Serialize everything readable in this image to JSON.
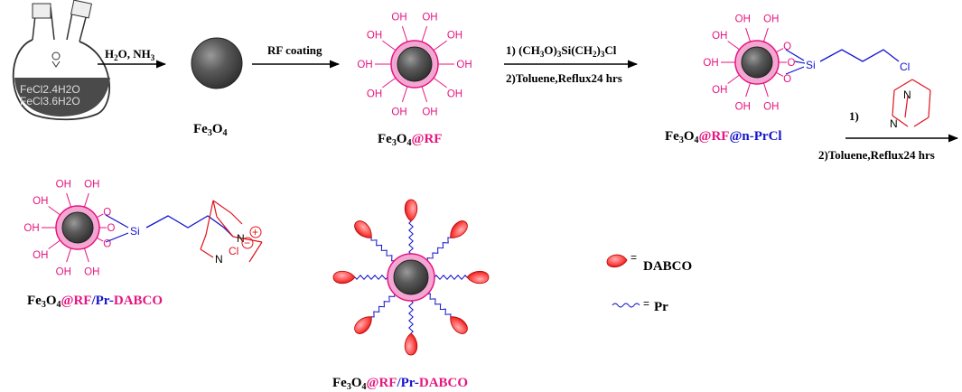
{
  "step1": {
    "reagent_a": "H",
    "reagent_a2": "2",
    "reagent_b": "O, NH",
    "reagent_b2": "3"
  },
  "step2": {
    "label": "RF coating"
  },
  "step3": {
    "line1": "1) (CH",
    "line1b": "3",
    "line1c": "O)",
    "line1d": "3",
    "line1e": "Si(CH",
    "line1f": "2",
    "line1g": ")",
    "line1h": "3",
    "line1i": "Cl",
    "line2": "2)Toluene,Reflux24 hrs"
  },
  "step4": {
    "line1": "1)",
    "line2": "2)Toluene,Reflux24 hrs"
  },
  "flask": {
    "line1": "FeCl2.4H2O",
    "line2": "FeCl3.6H2O"
  },
  "labels": {
    "fe": "Fe",
    "o": "O",
    "three": "3",
    "four": "4",
    "at_rf": "@RF",
    "at_npr": "@n-PrCl",
    "slash_pr": "/Pr-",
    "dabco": "DABCO"
  },
  "atoms": {
    "oh": "OH",
    "o": "O",
    "si": "Si",
    "cl": "Cl",
    "n": "N",
    "plus": "+",
    "minus": "−"
  },
  "legend": {
    "dabco": "= DABCO",
    "dabco_eq": "=",
    "dabco_word": "DABCO",
    "pr_eq": "=",
    "pr_word": "Pr"
  },
  "colors": {
    "rf": "#e6157f",
    "pr": "#1414cc",
    "dabco": "#e0141e",
    "core": "#555555",
    "shell": "#f4a6d2"
  }
}
